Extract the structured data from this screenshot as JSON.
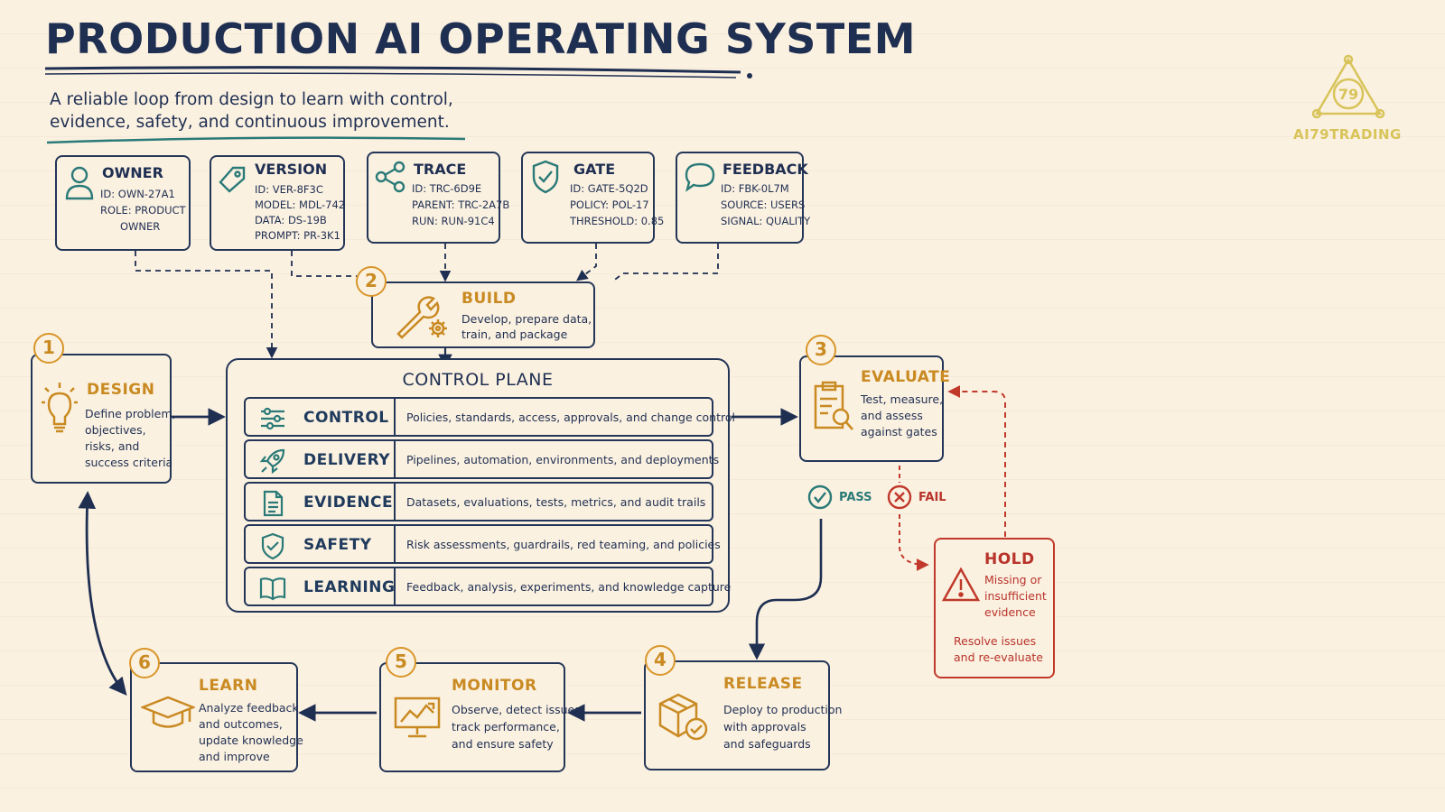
{
  "header": {
    "title": "PRODUCTION AI OPERATING SYSTEM",
    "subtitle_line1": "A reliable loop from design to learn with control,",
    "subtitle_line2": "evidence, safety, and continuous improvement."
  },
  "brand": {
    "logo_text": "AI79TRADING",
    "logo_number": "79"
  },
  "metadata_cards": [
    {
      "title": "OWNER",
      "lines": [
        "ID: OWN-27A1",
        "ROLE: PRODUCT",
        "OWNER"
      ],
      "icon": "person-icon"
    },
    {
      "title": "VERSION",
      "lines": [
        "ID: VER-8F3C",
        "MODEL: MDL-742",
        "DATA: DS-19B",
        "PROMPT: PR-3K1"
      ],
      "icon": "tag-icon"
    },
    {
      "title": "TRACE",
      "lines": [
        "ID: TRC-6D9E",
        "PARENT: TRC-2A7B",
        "RUN: RUN-91C4"
      ],
      "icon": "share-icon"
    },
    {
      "title": "GATE",
      "lines": [
        "ID: GATE-5Q2D",
        "POLICY: POL-17",
        "THRESHOLD: 0.85"
      ],
      "icon": "shield-check-icon"
    },
    {
      "title": "FEEDBACK",
      "lines": [
        "ID: FBK-0L7M",
        "SOURCE: USERS",
        "SIGNAL: QUALITY"
      ],
      "icon": "speech-bubble-icon"
    }
  ],
  "steps": {
    "design": {
      "number": "1",
      "title": "DESIGN",
      "lines": [
        "Define problem,",
        "objectives,",
        "risks, and",
        "success criteria"
      ]
    },
    "build": {
      "number": "2",
      "title": "BUILD",
      "lines": [
        "Develop, prepare data,",
        "train, and package"
      ]
    },
    "evaluate": {
      "number": "3",
      "title": "EVALUATE",
      "lines": [
        "Test, measure,",
        "and assess",
        "against gates"
      ]
    },
    "release": {
      "number": "4",
      "title": "RELEASE",
      "lines": [
        "Deploy to production",
        "with approvals",
        "and safeguards"
      ]
    },
    "monitor": {
      "number": "5",
      "title": "MONITOR",
      "lines": [
        "Observe, detect issues,",
        "track performance,",
        "and ensure safety"
      ]
    },
    "learn": {
      "number": "6",
      "title": "LEARN",
      "lines": [
        "Analyze feedback",
        "and outcomes,",
        "update knowledge",
        "and improve"
      ]
    }
  },
  "control_plane": {
    "title": "CONTROL PLANE",
    "rows": [
      {
        "label": "CONTROL",
        "desc": "Policies, standards, access, approvals, and change control",
        "icon": "sliders-icon"
      },
      {
        "label": "DELIVERY",
        "desc": "Pipelines, automation, environments, and deployments",
        "icon": "rocket-icon"
      },
      {
        "label": "EVIDENCE",
        "desc": "Datasets, evaluations, tests, metrics, and audit trails",
        "icon": "document-icon"
      },
      {
        "label": "SAFETY",
        "desc": "Risk assessments, guardrails, red teaming, and policies",
        "icon": "shield-check-icon"
      },
      {
        "label": "LEARNING",
        "desc": "Feedback, analysis, experiments, and knowledge capture",
        "icon": "book-icon"
      }
    ]
  },
  "gates": {
    "pass": "PASS",
    "fail": "FAIL"
  },
  "hold": {
    "title": "HOLD",
    "lines": [
      "Missing or",
      "insufficient",
      "evidence"
    ],
    "action_lines": [
      "Resolve issues",
      "and re-evaluate"
    ]
  },
  "colors": {
    "ink": "#1f2f52",
    "accent": "#c98a22",
    "pass": "#2a7a78",
    "fail": "#c0392b",
    "paper": "#fbf1e1"
  }
}
